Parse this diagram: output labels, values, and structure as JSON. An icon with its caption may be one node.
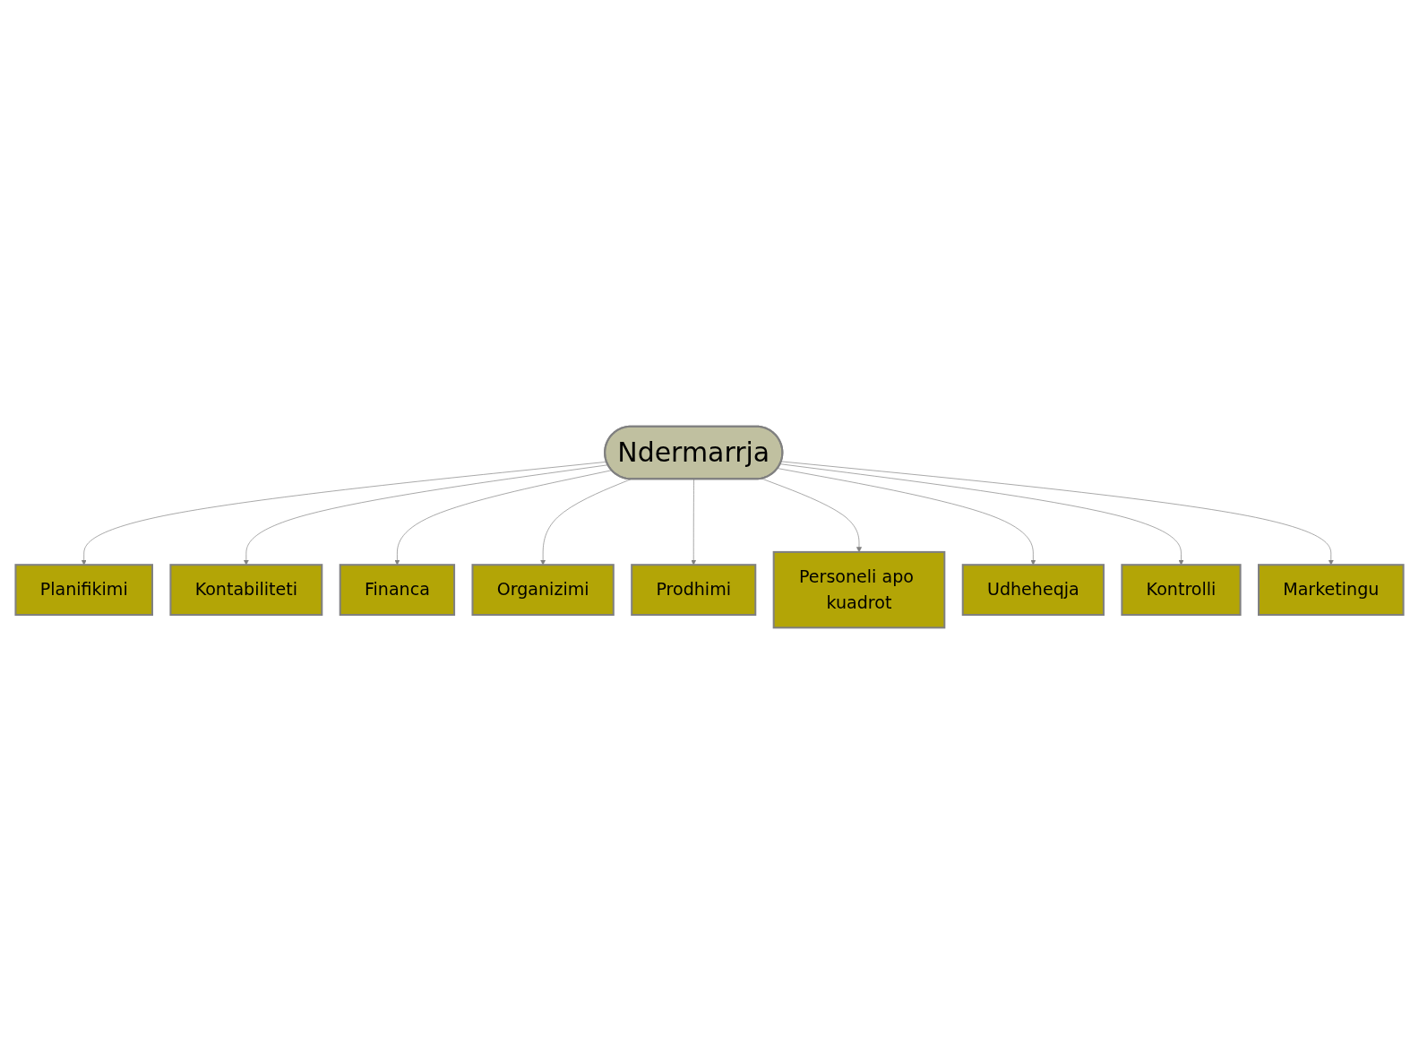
{
  "diagram": {
    "nodes": [
      {
        "text": [
          "Ndermarrja"
        ]
      },
      {
        "text": [
          "Planifikimi"
        ]
      },
      {
        "text": [
          "Kontabiliteti"
        ]
      },
      {
        "text": [
          "Financa"
        ]
      },
      {
        "text": [
          "Organizimi"
        ]
      },
      {
        "text": [
          "Prodhimi"
        ]
      },
      {
        "text": [
          "Personeli apo kuadrot"
        ]
      },
      {
        "text": [
          "Udheheqja"
        ]
      },
      {
        "text": [
          "Kontrolli"
        ]
      },
      {
        "text": [
          "Marketingu"
        ]
      }
    ],
    "edges": [
      {
        "from": 0,
        "to": 1,
        "arrow": "to"
      },
      {
        "from": 0,
        "to": 2,
        "arrow": "to"
      },
      {
        "from": 0,
        "to": 3,
        "arrow": "to"
      },
      {
        "from": 0,
        "to": 4,
        "arrow": "to"
      },
      {
        "from": 0,
        "to": 5,
        "arrow": "to"
      },
      {
        "from": 0,
        "to": 6,
        "arrow": "to"
      },
      {
        "from": 0,
        "to": 7,
        "arrow": "to"
      },
      {
        "from": 0,
        "to": 8,
        "arrow": "to"
      },
      {
        "from": 0,
        "to": 9,
        "arrow": "to"
      }
    ]
  }
}
